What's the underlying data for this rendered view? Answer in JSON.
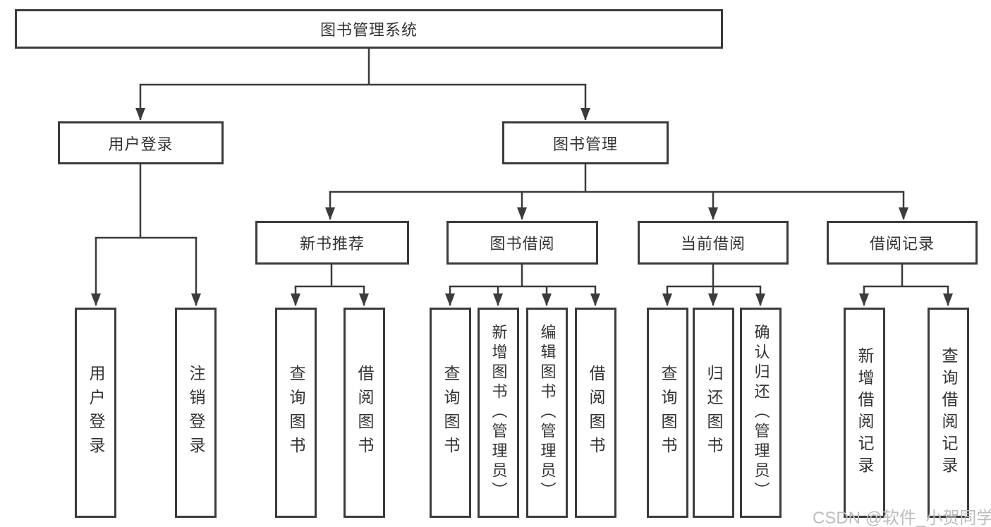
{
  "diagram": {
    "type": "hierarchy-tree",
    "title": "图书管理系统"
  },
  "tree": {
    "label": "图书管理系统",
    "children": [
      {
        "label": "用户登录",
        "children": [
          {
            "label": "用户登录"
          },
          {
            "label": "注销登录"
          }
        ]
      },
      {
        "label": "图书管理",
        "children": [
          {
            "label": "新书推荐",
            "children": [
              {
                "label": "查询图书"
              },
              {
                "label": "借阅图书"
              }
            ]
          },
          {
            "label": "图书借阅",
            "children": [
              {
                "label": "查询图书"
              },
              {
                "label": "新增图书（管理员）"
              },
              {
                "label": "编辑图书（管理员）"
              },
              {
                "label": "借阅图书"
              }
            ]
          },
          {
            "label": "当前借阅",
            "children": [
              {
                "label": "查询图书"
              },
              {
                "label": "归还图书"
              },
              {
                "label": "确认归还（管理员）"
              }
            ]
          },
          {
            "label": "借阅记录",
            "children": [
              {
                "label": "新增借阅记录"
              },
              {
                "label": "查询借阅记录"
              }
            ]
          }
        ]
      }
    ]
  },
  "watermark": {
    "text": "CSDN @软件_小贺同学"
  },
  "colors": {
    "line": "#3b3b3b",
    "box_border": "#3b3b3b",
    "box_fill": "#ffffff",
    "text": "#333333",
    "watermark": "#bdbdbd",
    "background": "#ffffff"
  }
}
